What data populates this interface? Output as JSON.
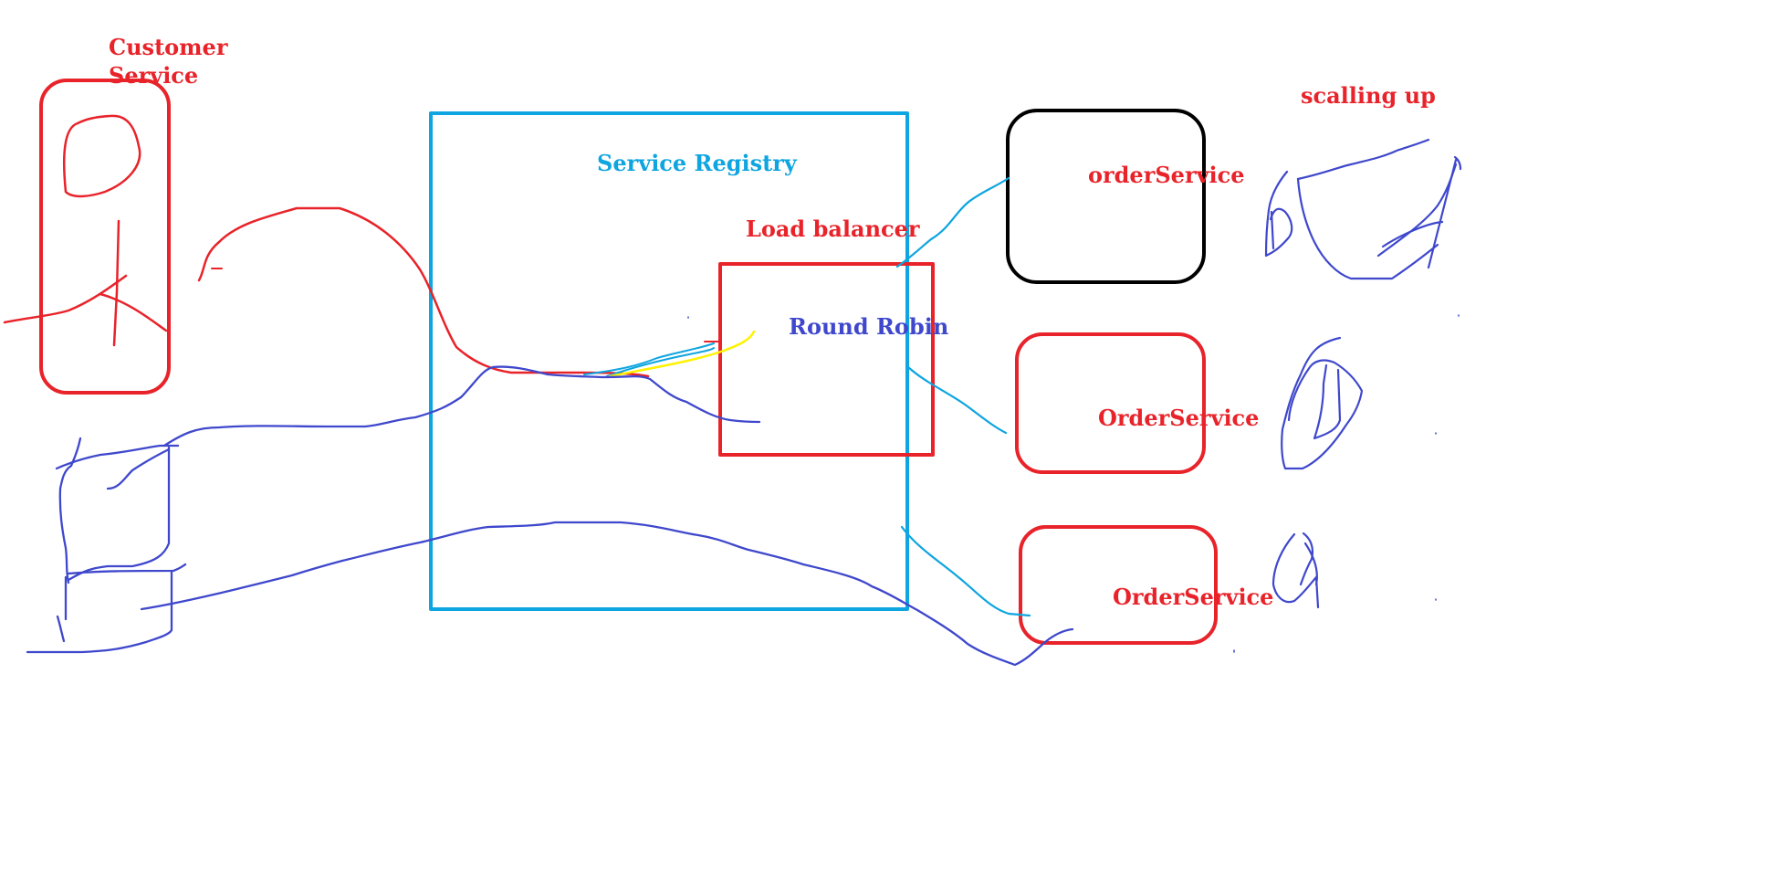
{
  "diagram": {
    "labels": {
      "customer_service_line1": "Customer",
      "customer_service_line2": "Service",
      "service_registry": "Service Registry",
      "load_balancer": "Load balancer",
      "round_robin": "Round Robin",
      "order_service_1": "orderService",
      "order_service_2": "OrderService",
      "order_service_3": "OrderService",
      "scaling_up": "scalling up"
    },
    "colors": {
      "red": "#e8232a",
      "blue": "#0ea5e0",
      "indigo": "#3f48cc",
      "black": "#000000",
      "yellow": "#fff200"
    }
  }
}
